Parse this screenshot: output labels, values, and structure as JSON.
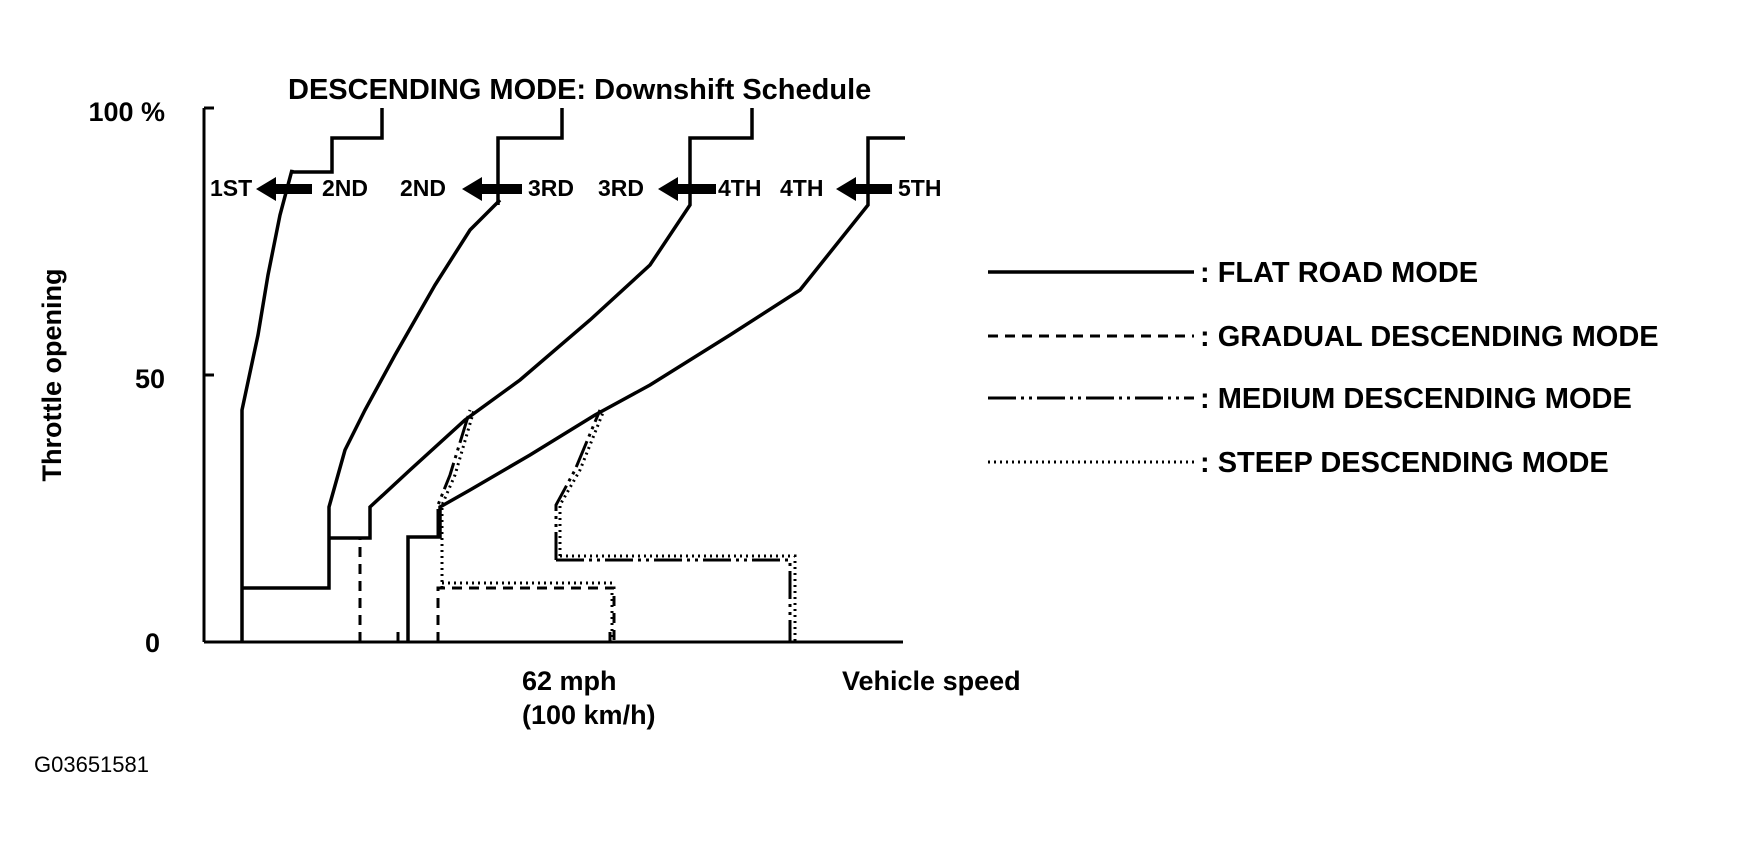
{
  "title": "DESCENDING MODE: Downshift Schedule",
  "y_axis": {
    "label": "Throttle opening",
    "ticks": [
      "100 %",
      "50",
      "0"
    ]
  },
  "x_axis": {
    "label": "Vehicle speed",
    "marker_mph": "62 mph",
    "marker_kmh": "(100 km/h)"
  },
  "shifts": [
    {
      "from": "2ND",
      "to": "1ST"
    },
    {
      "from": "3RD",
      "to": "2ND"
    },
    {
      "from": "4TH",
      "to": "3RD"
    },
    {
      "from": "5TH",
      "to": "4TH"
    }
  ],
  "legend": [
    {
      "style": "solid",
      "label": ": FLAT ROAD MODE"
    },
    {
      "style": "dashed",
      "label": ": GRADUAL DESCENDING MODE"
    },
    {
      "style": "dash-dot-dot",
      "label": ": MEDIUM DESCENDING MODE"
    },
    {
      "style": "dotted",
      "label": ": STEEP DESCENDING MODE"
    }
  ],
  "figure_code": "G03651581",
  "colors": {
    "ink": "#000000",
    "background": "#ffffff"
  }
}
